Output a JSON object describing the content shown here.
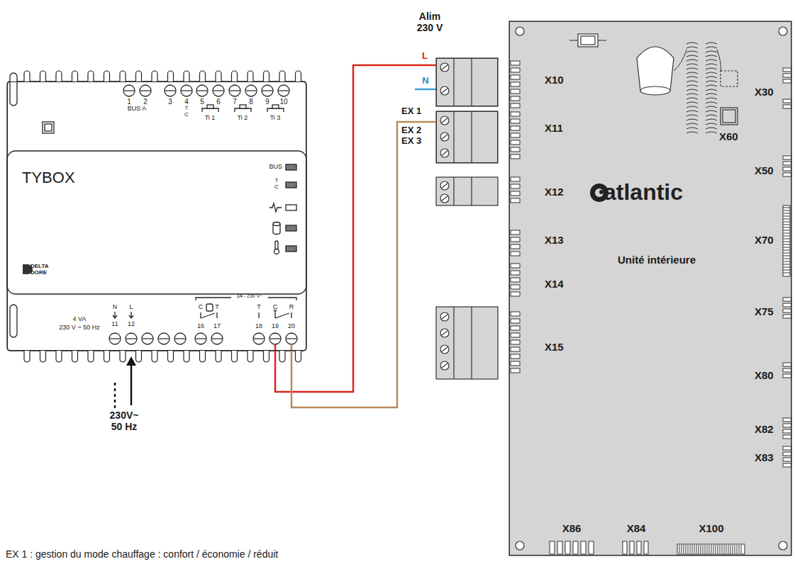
{
  "diagram": {
    "nodes": [
      {
        "text": [
          "TYBOX"
        ]
      },
      {
        "text": [
          "atlantic",
          "Unité intérieure"
        ]
      },
      {
        "text": [
          "Alim 230 V"
        ]
      },
      {
        "text": [
          "EX 1",
          "EX 2",
          "EX 3"
        ]
      }
    ],
    "edges": [
      {
        "from": 0,
        "to": 2,
        "arrow": "none",
        "label": "L"
      },
      {
        "from": 0,
        "to": 3,
        "arrow": "none"
      }
    ],
    "labels": [
      "1",
      "2",
      "BUS A",
      "3",
      "4",
      "T",
      "C",
      "5",
      "6",
      "7",
      "8",
      "9",
      "10",
      "Ti 1",
      "Ti 2",
      "Ti 3",
      "BUS",
      "T",
      "C",
      "DELTA DORE",
      "4 VA",
      "230 V ~ 50 Hz",
      "N",
      "L",
      "11",
      "12",
      "3A - 230 V~",
      "C",
      "T",
      "16",
      "17",
      "T",
      "C",
      "R",
      "18",
      "19",
      "20",
      "230V~ 50 Hz",
      "N",
      "X10",
      "X11",
      "X12",
      "X13",
      "X14",
      "X15",
      "X30",
      "X60",
      "X50",
      "X70",
      "X75",
      "X80",
      "X82",
      "X83",
      "X86",
      "X84",
      "X100",
      "EX 1 : gestion du mode chauffage : confort / économie / réduit"
    ]
  }
}
